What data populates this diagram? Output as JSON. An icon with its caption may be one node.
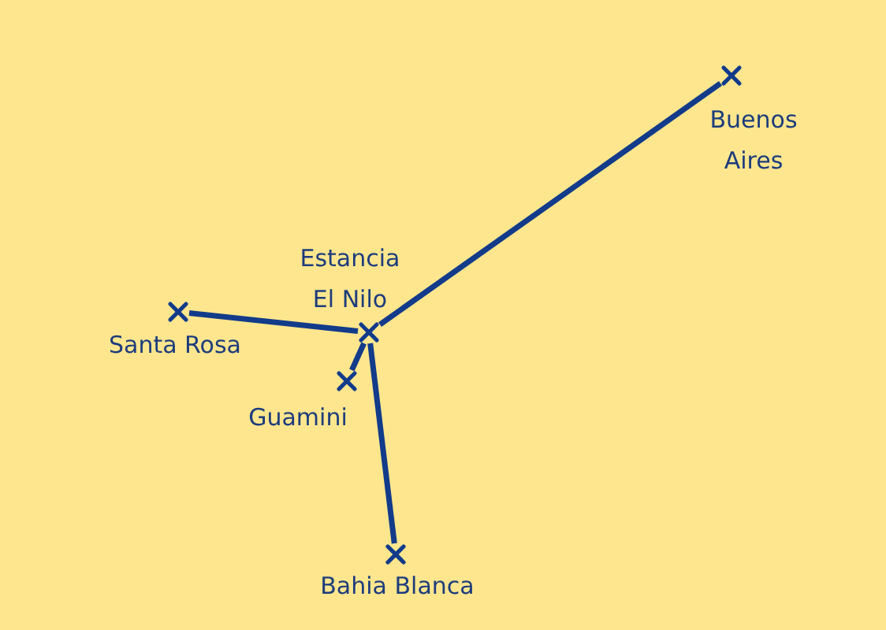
{
  "diagram": {
    "nodes": [
      {
        "text": [],
        "shape": "cross",
        "beside": [
          "Buenos Aires"
        ]
      },
      {
        "text": [],
        "shape": "cross",
        "beside": [
          "Estancia El Nilo"
        ]
      },
      {
        "text": [],
        "shape": "cross",
        "beside": [
          "Santa Rosa"
        ]
      },
      {
        "text": [],
        "shape": "cross",
        "beside": [
          "Guamini"
        ]
      },
      {
        "text": [],
        "shape": "cross",
        "beside": [
          "Bahia Blanca"
        ]
      }
    ],
    "edges": [
      {
        "from": 1,
        "to": 0,
        "arrow": "none"
      },
      {
        "from": 1,
        "to": 2,
        "arrow": "none"
      },
      {
        "from": 1,
        "to": 3,
        "arrow": "none"
      },
      {
        "from": 1,
        "to": 4,
        "arrow": "none"
      }
    ]
  }
}
